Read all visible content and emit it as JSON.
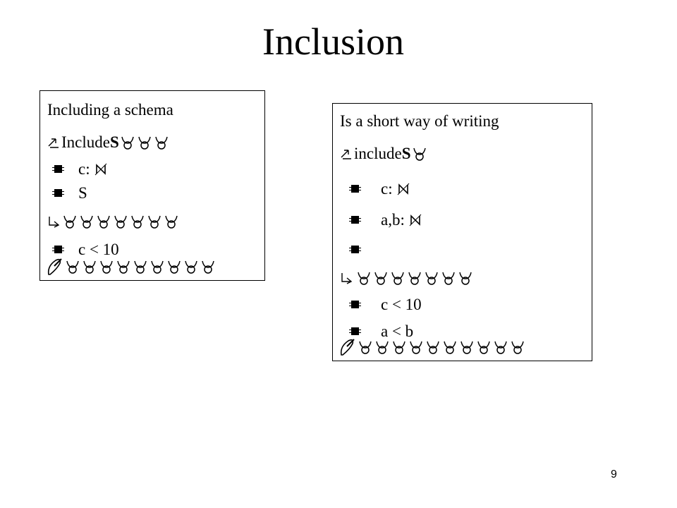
{
  "slide": {
    "title": "Inclusion",
    "page_number": "9"
  },
  "left_box": {
    "heading": "Including a schema",
    "schema_name": "IncludeS",
    "lines": [
      "c:",
      "S",
      "c < 10"
    ]
  },
  "right_box": {
    "heading": "Is a short way of writing",
    "schema_name": "includeS",
    "lines": [
      "c:",
      "a,b:",
      "",
      "c < 10",
      "a < b"
    ]
  },
  "icons": {
    "schema_open": "schema-open-arrow-icon",
    "bullet": "square-bullet-icon",
    "natural_numbers": "skull-n-icon",
    "predicate_divider": "divider-hook-icon",
    "schema_close": "schema-close-hook-icon",
    "placeholder_glyph": "ox-horn-icon"
  }
}
